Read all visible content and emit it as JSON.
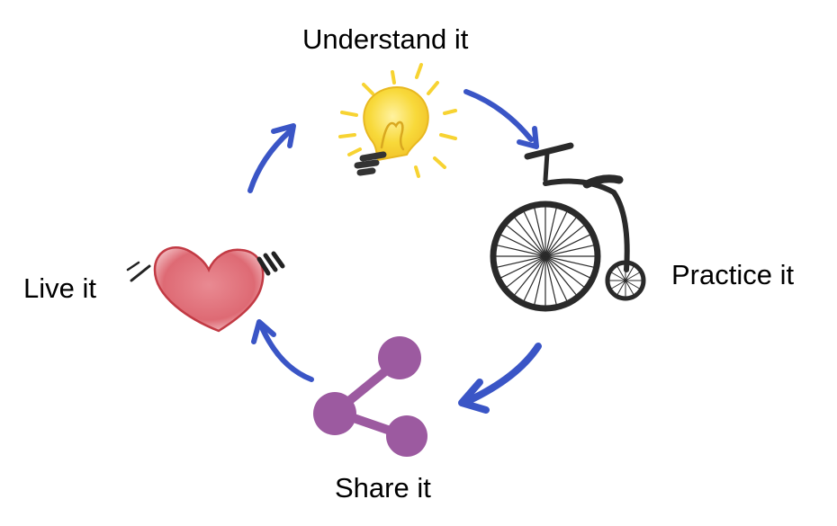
{
  "diagram": {
    "steps": [
      {
        "id": "understand",
        "label": "Understand it",
        "icon": "lightbulb-icon"
      },
      {
        "id": "practice",
        "label": "Practice it",
        "icon": "penny-farthing-bicycle-icon"
      },
      {
        "id": "share",
        "label": "Share it",
        "icon": "share-icon"
      },
      {
        "id": "live",
        "label": "Live it",
        "icon": "heart-icon"
      }
    ],
    "flow": "clockwise cycle",
    "colors": {
      "arrow": "#3a55c6",
      "lightbulb": "#f7d332",
      "lightbulb_base": "#333333",
      "bicycle": "#2a2a2a",
      "share": "#9c5aa0",
      "heart": "#d9646e",
      "heart_outline": "#c23a44",
      "text": "#000000"
    }
  }
}
